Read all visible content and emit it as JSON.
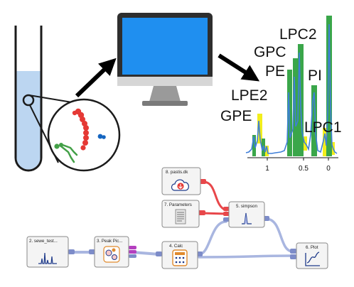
{
  "colors": {
    "tube_liquid": "#bcd6f1",
    "screen_blue": "#1f8ff0",
    "monitor_frame": "#2e2e2e",
    "monitor_stand": "#9a9a9a",
    "spectrum_line": "#3f7fd8",
    "peak_green": "#3aa64a",
    "peak_yellow": "#f2ee1c",
    "molecule_red": "#e53935",
    "molecule_green": "#43a047",
    "molecule_blue": "#1565c0",
    "node_border": "#8a8a8a",
    "node_fill": "#f4f4f4",
    "link_blue": "#a9b6e0",
    "link_blue_dark": "#7d8cc9",
    "link_red": "#e8474a",
    "port_purple": "#b43fbf"
  },
  "spectrum": {
    "peak_labels": {
      "lpc2": "LPC2",
      "gpc": "GPC",
      "pe": "PE",
      "pi": "PI",
      "lpe2": "LPE2",
      "gpe": "GPE",
      "lpc1": "LPC1"
    },
    "x_ticks": [
      "1",
      "0.5",
      "0"
    ]
  },
  "workflow": {
    "nodes": [
      {
        "id": "n1",
        "label": "2. sewe_test...",
        "icon": "spectrum-icon"
      },
      {
        "id": "n2",
        "label": "3. Peak Pic...",
        "icon": "peak-pick-icon"
      },
      {
        "id": "n3",
        "label": "4. Calc",
        "icon": "calculator-icon"
      },
      {
        "id": "n4",
        "label": "5. simpson",
        "icon": "integral-icon"
      },
      {
        "id": "n5",
        "label": "6. Plot",
        "icon": "plot-icon"
      },
      {
        "id": "n6",
        "label": "7. Parameters",
        "icon": "document-icon"
      },
      {
        "id": "n7",
        "label": "8. pastis.dk",
        "icon": "cloud-download-icon"
      }
    ]
  }
}
